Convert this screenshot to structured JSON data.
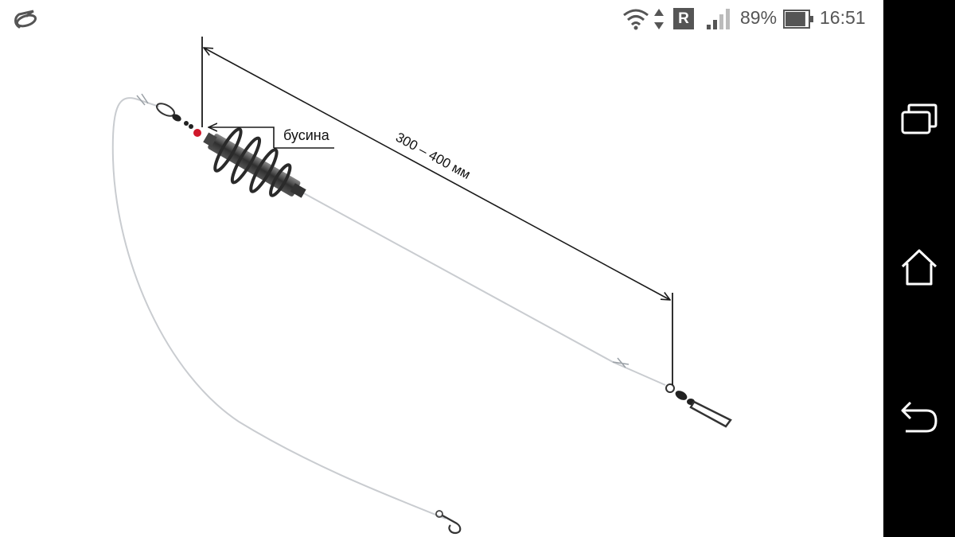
{
  "status_bar": {
    "app_icon": "opera-icon",
    "wifi_icon": "wifi-icon",
    "data_arrows_icon": "data-activity-icon",
    "roaming_badge": "R",
    "signal_icon": "cell-signal-icon",
    "battery_percent": "89%",
    "battery_icon": "battery-icon",
    "battery_level": 0.89,
    "time": "16:51"
  },
  "diagram": {
    "bead_label": "бусина",
    "length_label": "300 – 400 мм",
    "colors": {
      "line": "#1a1a1a",
      "leader": "#c9ccd0",
      "bead": "#d0182a",
      "feeder": "#2a2a2a"
    }
  },
  "nav_bar": {
    "recents_icon": "recent-apps-icon",
    "home_icon": "home-icon",
    "back_icon": "back-icon"
  }
}
